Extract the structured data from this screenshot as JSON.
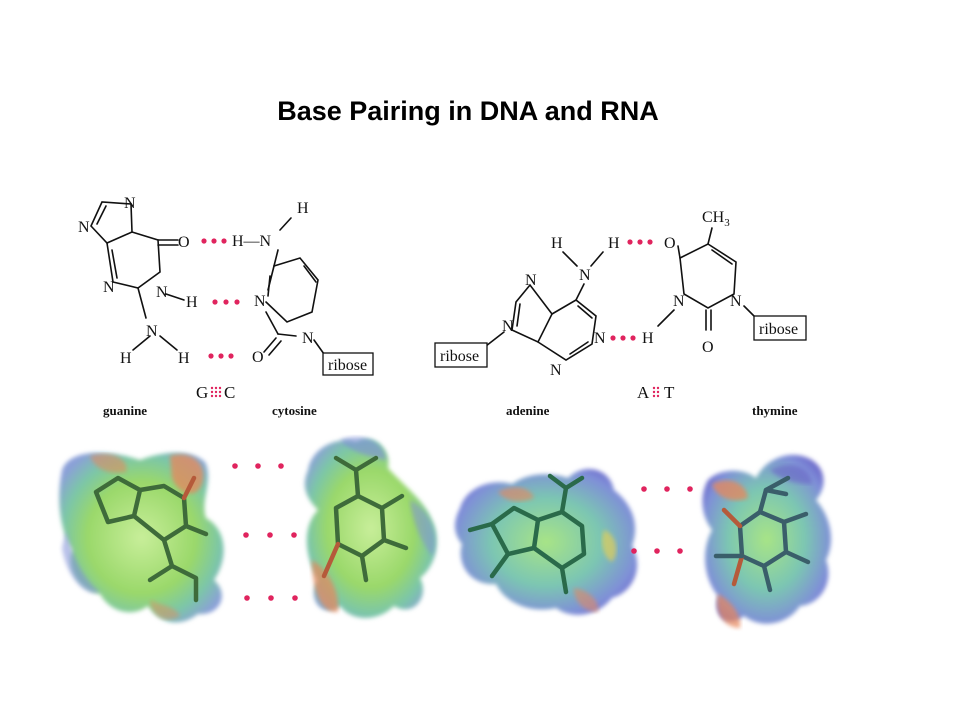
{
  "title": "Base Pairing in DNA and RNA",
  "labels": {
    "guanine": "guanine",
    "cytosine": "cytosine",
    "adenine": "adenine",
    "thymine": "thymine",
    "ribose": "ribose",
    "pair_gc_left": "G",
    "pair_gc_right": "C",
    "pair_at_left": "A",
    "pair_at_right": "T",
    "atom_N": "N",
    "atom_O": "O",
    "atom_H": "H",
    "atom_HN": "H—N",
    "atom_C": "CH",
    "atom_3": "3"
  },
  "colors": {
    "hbond": "#e0245e",
    "negative": "#e0663a",
    "positive": "#6a64c8",
    "neutral": "#9ad86a"
  }
}
